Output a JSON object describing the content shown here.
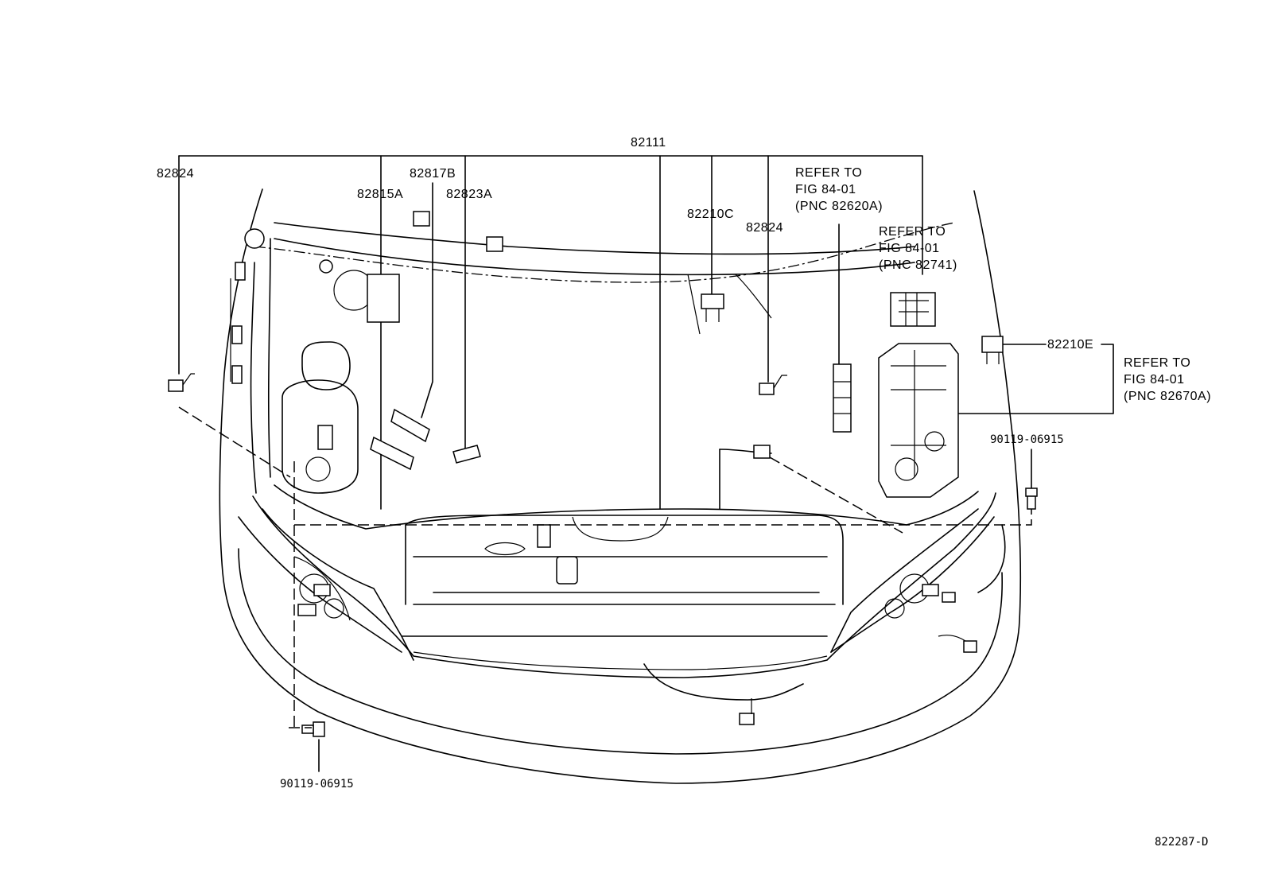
{
  "diagram": {
    "callouts": {
      "main_harness": "82111",
      "p82824_left": "82824",
      "p82817B": "82817B",
      "p82815A": "82815A",
      "p82823A": "82823A",
      "p82210C": "82210C",
      "p82824_center": "82824",
      "p82210E": "82210E",
      "bolt_right": "90119-06915",
      "bolt_left": "90119-06915"
    },
    "references": {
      "ref1": [
        "REFER TO",
        "FIG 84-01",
        "(PNC 82620A)"
      ],
      "ref2": [
        "REFER TO",
        "FIG 84-01",
        "(PNC 82741)"
      ],
      "ref3": [
        "REFER TO",
        "FIG 84-01",
        "(PNC 82670A)"
      ]
    },
    "figure_code": "822287-D"
  }
}
